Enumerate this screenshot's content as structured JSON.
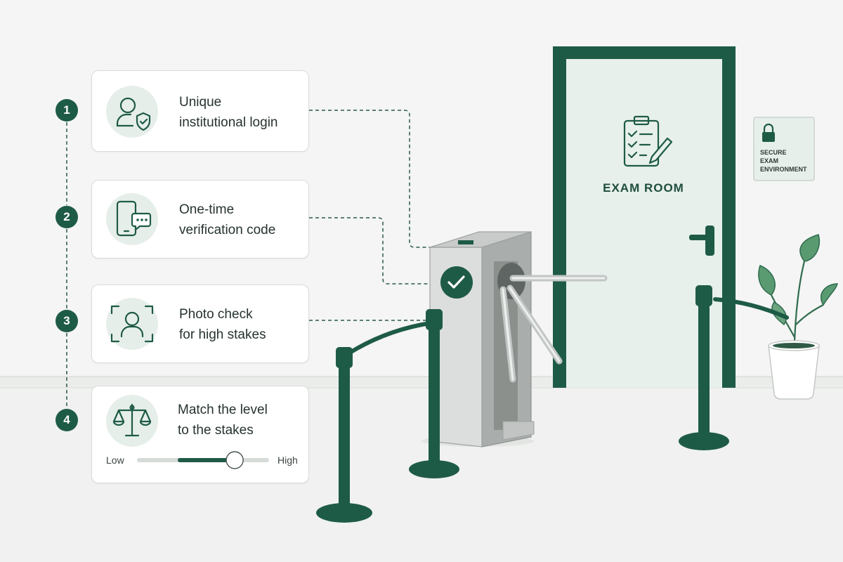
{
  "steps": [
    {
      "number": "1",
      "line1": "Unique",
      "line2": "institutional login",
      "icon": "user-shield-icon"
    },
    {
      "number": "2",
      "line1": "One-time",
      "line2": "verification code",
      "icon": "phone-message-icon"
    },
    {
      "number": "3",
      "line1": "Photo check",
      "line2": "for high stakes",
      "icon": "face-scan-icon"
    },
    {
      "number": "4",
      "line1": "Match the level",
      "line2": "to the stakes",
      "icon": "balance-scale-icon"
    }
  ],
  "slider": {
    "low_label": "Low",
    "high_label": "High",
    "level": 0.74
  },
  "door": {
    "title": "EXAM ROOM",
    "icon": "clipboard-checklist-icon"
  },
  "wall_sign": {
    "line1": "SECURE",
    "line2": "EXAM",
    "line3": "ENVIRONMENT",
    "icon": "padlock-icon"
  },
  "turnstile": {
    "status_icon": "checkmark-icon"
  },
  "colors": {
    "accent": "#1e5b46",
    "card_border": "#d9dcda",
    "icon_bg": "#e6eeea",
    "door_panel": "#e7f0eb",
    "background": "#f4f5f4"
  }
}
